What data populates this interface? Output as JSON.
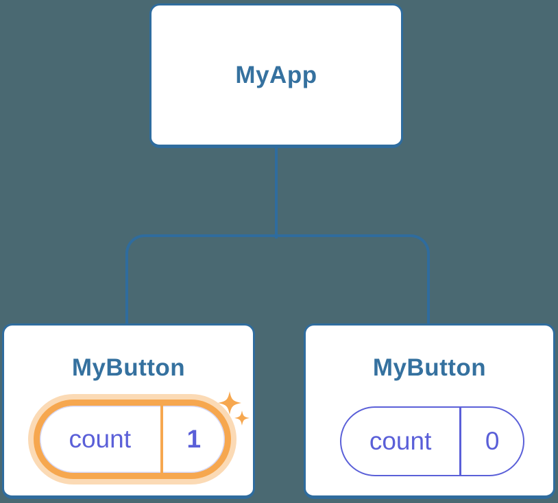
{
  "diagram": {
    "type": "react-component-tree",
    "background_color": "#4A6972",
    "root": {
      "label": "MyApp"
    },
    "children": [
      {
        "label": "MyButton",
        "state": {
          "name": "count",
          "value": "1"
        },
        "highlighted": true,
        "icon": "sparkles-icon"
      },
      {
        "label": "MyButton",
        "state": {
          "name": "count",
          "value": "0"
        },
        "highlighted": false
      }
    ],
    "colors": {
      "node_border": "#2F6C9E",
      "node_title_text": "#35719F",
      "state_text": "#5A5FD8",
      "highlight_orange": "#F6A74F",
      "highlight_halo": "rgba(246,167,79,0.42)",
      "card_background": "#FFFFFF"
    }
  }
}
